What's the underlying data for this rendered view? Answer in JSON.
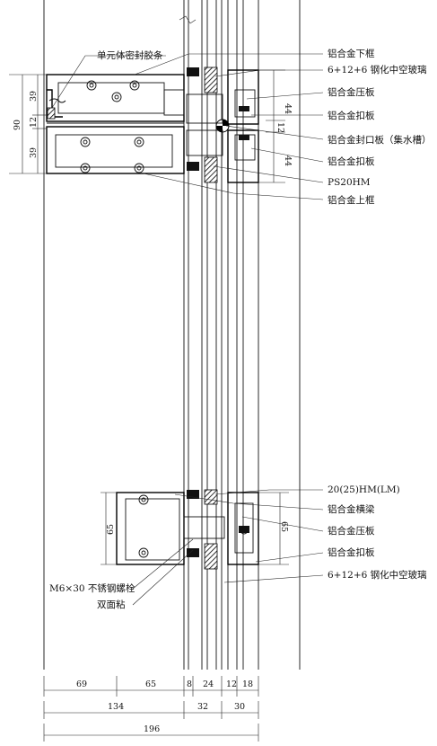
{
  "labels_top": [
    "单元体密封胶条",
    "铝合金下框",
    "6+12+6 钢化中空玻璃",
    "铝合金压板",
    "铝合金扣板",
    "铝合金封口板（集水槽）",
    "铝合金扣板",
    "PS20HM",
    "铝合金上框"
  ],
  "labels_bottom": [
    "20(25)HM(LM)",
    "铝合金横梁",
    "铝合金压板",
    "铝合金扣板",
    "6+12+6 钢化中空玻璃"
  ],
  "labels_bottom_left": [
    "M6×30 不锈钢螺栓",
    "双面粘"
  ],
  "dims_left": [
    "39",
    "12",
    "39",
    "90"
  ],
  "dims_right_top": [
    "44",
    "12",
    "44"
  ],
  "dim_left_bottom": "65",
  "dim_right_bottom": "65",
  "dims_bottom_row1": [
    "69",
    "65",
    "8",
    "24",
    "12",
    "18"
  ],
  "dims_bottom_row2": [
    "134",
    "32",
    "30"
  ],
  "dims_bottom_row3": [
    "196"
  ]
}
